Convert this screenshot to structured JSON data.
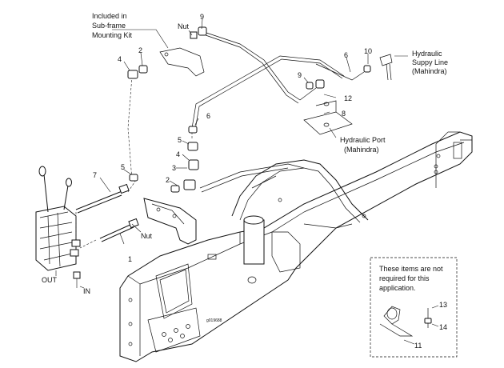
{
  "callouts": {
    "included_line1": "Included in",
    "included_line2": "Sub-frame",
    "included_line3": "Mounting Kit",
    "nut_top": "Nut",
    "nut_left": "Nut",
    "supply_line1": "Hydraulic",
    "supply_line2": "Suppy Line",
    "supply_line3": "(Mahindra)",
    "port_line1": "Hydraulic Port",
    "port_line2": "(Mahindra)",
    "out": "OUT",
    "in": "IN",
    "drawing_id": "g019688"
  },
  "part_numbers": {
    "n1": "1",
    "n2a": "2",
    "n2b": "2",
    "n3": "3",
    "n4a": "4",
    "n4b": "4",
    "n5a": "5",
    "n5b": "5",
    "n6a": "6",
    "n6b": "6",
    "n7": "7",
    "n8": "8",
    "n9a": "9",
    "n9b": "9",
    "n10": "10",
    "n11": "11",
    "n12": "12",
    "n13": "13",
    "n14": "14"
  },
  "note": {
    "line1": "These items are not",
    "line2": "required for this",
    "line3": "application."
  }
}
